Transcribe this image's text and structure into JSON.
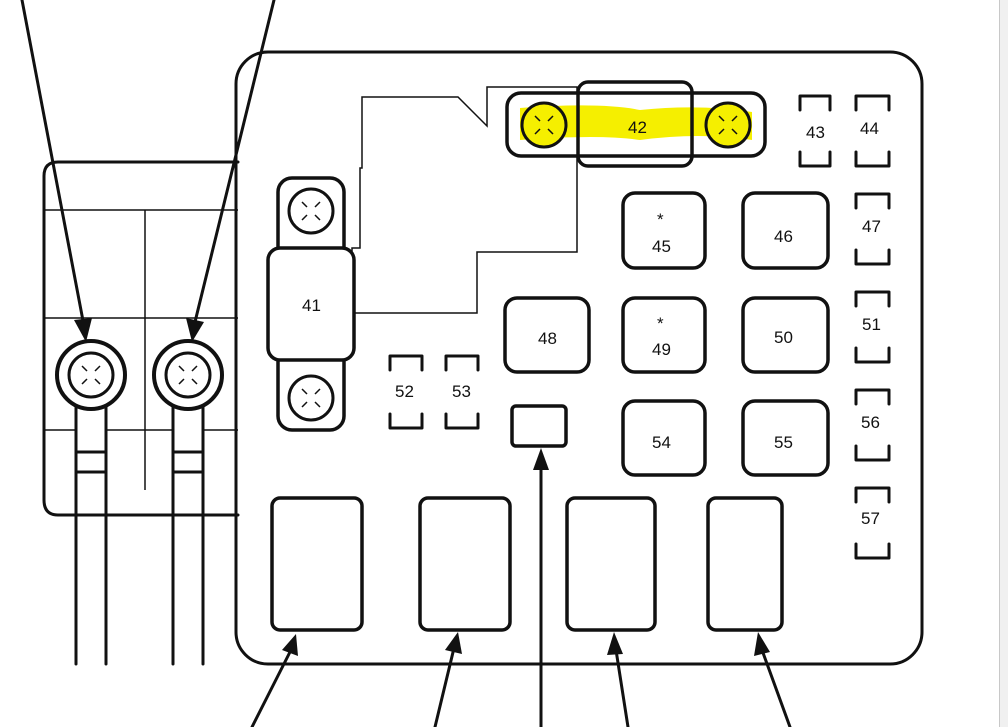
{
  "fuses": {
    "f41": "41",
    "f42": "42",
    "f43": "43",
    "f44": "44",
    "f45": "45",
    "f46": "46",
    "f47": "47",
    "f48": "48",
    "f49": "49",
    "f50": "50",
    "f51": "51",
    "f52": "52",
    "f53": "53",
    "f54": "54",
    "f55": "55",
    "f56": "56",
    "f57": "57"
  },
  "marks": {
    "star": "*"
  },
  "colors": {
    "highlight": "#f5ef00",
    "line": "#111111"
  }
}
